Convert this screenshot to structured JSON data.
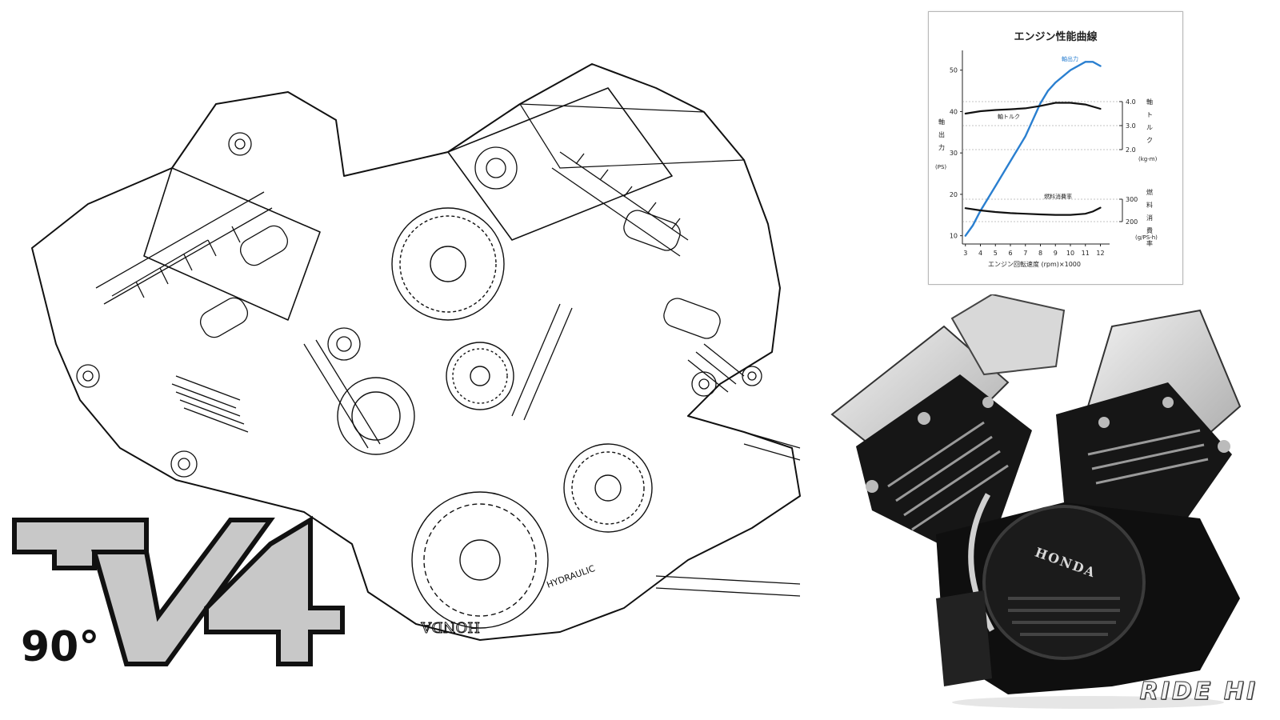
{
  "logo": {
    "angle_text": "90°",
    "model_text": "V4"
  },
  "watermark": "RIDE HI",
  "photo": {
    "badge": "HONDA"
  },
  "illustration": {
    "hydraulic_label": "HYDRAULIC",
    "case_label": "HONDA"
  },
  "colors": {
    "power_curve": "#2a7fd0",
    "other_curves": "#111111",
    "logo_fill": "#c8c8c8"
  },
  "chart_data": {
    "type": "line",
    "title": "エンジン性能曲線",
    "xlabel": "エンジン回転速度 (rpm)×1000",
    "ylabel_left": "軸出力",
    "ylabel_left_unit": "(PS)",
    "ylabel_right_torque": "軸トルク",
    "ylabel_right_torque_unit": "(kg-m)",
    "ylabel_right_fuel": "燃料消費率",
    "ylabel_right_fuel_unit": "(g/PS-h)",
    "x_ticks": [
      3,
      4,
      5,
      6,
      7,
      8,
      9,
      10,
      11,
      12
    ],
    "y_left_ticks": [
      10,
      20,
      30,
      40,
      50
    ],
    "ylim_left": [
      8,
      54
    ],
    "xlim": [
      2.8,
      12.4
    ],
    "right_torque_ticks": [
      "4.0",
      "3.0",
      "2.0"
    ],
    "right_fuel_ticks": [
      "300",
      "200"
    ],
    "grid": "dashed reference lines",
    "series": [
      {
        "name": "軸出力",
        "axis": "left",
        "x": [
          3,
          3.5,
          4,
          5,
          6,
          7,
          8,
          8.5,
          9,
          10,
          11,
          11.5,
          12
        ],
        "y": [
          10,
          12.5,
          16,
          22,
          28,
          34,
          42,
          45,
          47,
          50,
          52,
          52,
          51
        ]
      },
      {
        "name": "軸トルク",
        "axis": "right_torque",
        "ylim": [
          2.0,
          4.0
        ],
        "x": [
          3,
          4,
          5,
          6,
          7,
          8,
          9,
          10,
          11,
          12
        ],
        "y": [
          3.5,
          3.6,
          3.65,
          3.68,
          3.72,
          3.82,
          3.95,
          3.95,
          3.88,
          3.7
        ]
      },
      {
        "name": "燃料消費率",
        "axis": "right_fuel",
        "ylim": [
          200,
          300
        ],
        "x": [
          3,
          4,
          5,
          6,
          7,
          8,
          9,
          10,
          11,
          11.5,
          12
        ],
        "y": [
          260,
          250,
          243,
          238,
          235,
          232,
          230,
          230,
          235,
          245,
          262
        ]
      }
    ]
  }
}
